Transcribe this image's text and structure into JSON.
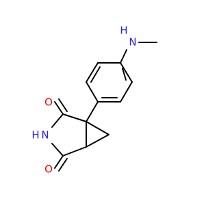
{
  "molecule": {
    "atoms": {
      "nh_top": {
        "label": "N",
        "h": "H"
      },
      "o_upper": {
        "label": "O"
      },
      "nh_ring": {
        "label": "N",
        "h": "H"
      },
      "o_lower": {
        "label": "O"
      }
    },
    "colors": {
      "carbon_bond": "#000000",
      "nitrogen": "#2020ff",
      "oxygen": "#ff0000"
    }
  }
}
